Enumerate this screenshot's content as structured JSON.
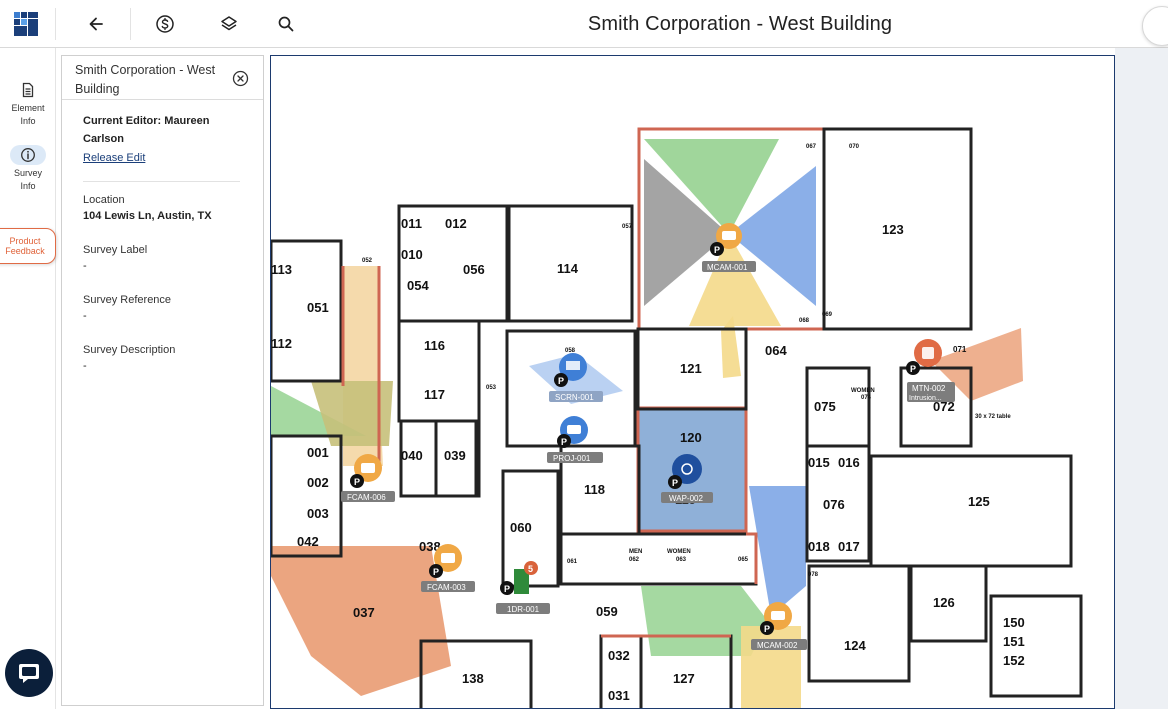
{
  "header": {
    "title": "Smith Corporation - West Building"
  },
  "rail": {
    "element_info": "Element Info",
    "survey_info": "Survey Info",
    "feedback": "Product Feedback"
  },
  "panel": {
    "title": "Smith Corporation - West Building",
    "editor": "Current Editor: Maureen Carlson",
    "release_edit": "Release Edit",
    "fields": [
      {
        "label": "Location",
        "value": "104 Lewis Ln, Austin, TX"
      },
      {
        "label": "Survey Label",
        "value": "-"
      },
      {
        "label": "Survey Reference",
        "value": "-"
      },
      {
        "label": "Survey Description",
        "value": "-"
      }
    ]
  },
  "map": {
    "rooms": [
      "113",
      "051",
      "112",
      "011",
      "012",
      "010",
      "054",
      "056",
      "114",
      "116",
      "117",
      "040",
      "039",
      "001",
      "002",
      "003",
      "042",
      "037",
      "038",
      "060",
      "059",
      "118",
      "119",
      "120",
      "121",
      "064",
      "123",
      "071",
      "072",
      "075",
      "076",
      "015",
      "016",
      "018",
      "017",
      "125",
      "126",
      "124",
      "150",
      "151",
      "152",
      "032",
      "031",
      "127",
      "138",
      "061",
      "062",
      "063",
      "065",
      "052",
      "053",
      "057",
      "058",
      "067",
      "068",
      "069",
      "070",
      "074",
      "078"
    ],
    "small_labels": {
      "men": "MEN",
      "women": "WOMEN",
      "women2": "WOMEN",
      "table": "30 x 72 table"
    },
    "devices": [
      {
        "id": "MCAM-001",
        "type": "camera"
      },
      {
        "id": "SCRN-001",
        "type": "screen"
      },
      {
        "id": "PROJ-001",
        "type": "projector"
      },
      {
        "id": "WAP-002",
        "type": "access-point"
      },
      {
        "id": "FCAM-006",
        "type": "camera"
      },
      {
        "id": "FCAM-003",
        "type": "camera"
      },
      {
        "id": "1DR-001",
        "type": "door"
      },
      {
        "id": "MCAM-002",
        "type": "camera"
      },
      {
        "id": "MTN-002",
        "type": "motion"
      }
    ],
    "mtn_sub": "Intrusion...",
    "p_marker": "P",
    "door_badge": "5"
  },
  "colors": {
    "accent_blue": "#1b3f7a",
    "feedback_orange": "#e0633a",
    "camera_orange": "#f0a845",
    "device_blue": "#3f7fd6",
    "room_highlight": "#8fb0d8",
    "coverage_green": "#8fcf8a",
    "coverage_yellow": "#f4d98a",
    "coverage_blue": "#7ea6e6",
    "coverage_gray": "#9a9a9a",
    "coverage_orange": "#e8956a",
    "wall_red": "#cf6652"
  }
}
